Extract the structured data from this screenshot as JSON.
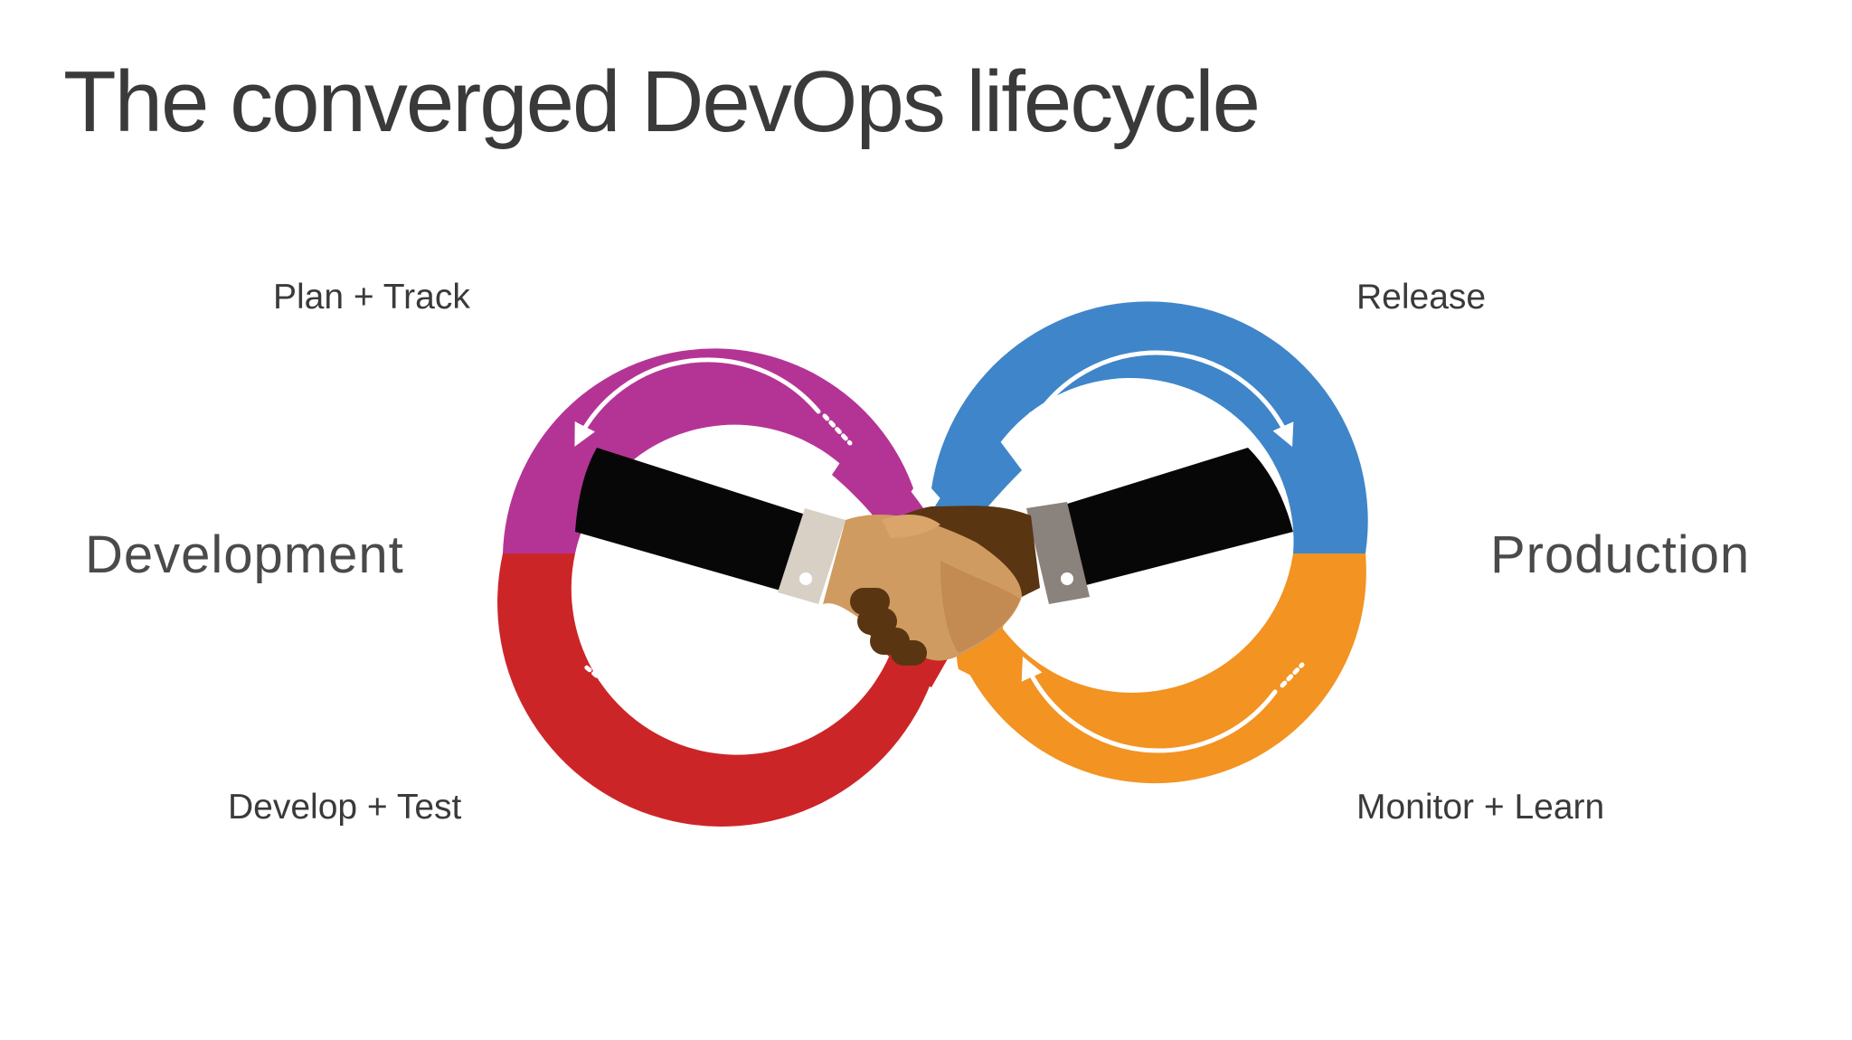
{
  "title": "The converged DevOps lifecycle",
  "stages": {
    "plan_track": "Plan + Track",
    "release": "Release",
    "develop_test": "Develop + Test",
    "monitor_learn": "Monitor + Learn"
  },
  "sides": {
    "development": "Development",
    "production": "Production"
  },
  "colors": {
    "plan_track": "#b43495",
    "release": "#3f85c9",
    "develop_test": "#cc2528",
    "monitor_learn": "#f29322",
    "sleeve": "#070707",
    "cuff_left": "#d8cfc5",
    "cuff_right": "#8a827d",
    "hand_light": "#cf9b60",
    "hand_dark": "#5a3512"
  },
  "icons": [
    "cycle-arrow-icon",
    "handshake-icon"
  ]
}
